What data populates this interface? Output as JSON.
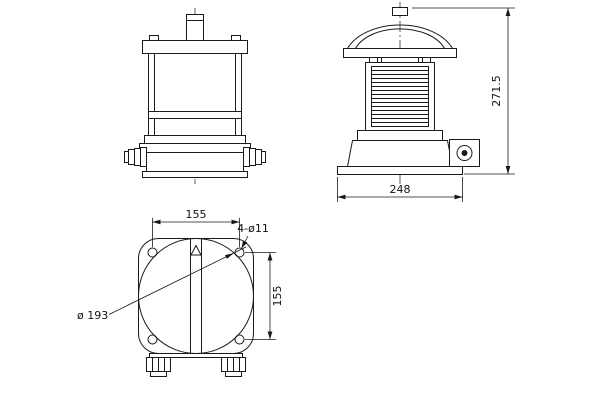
{
  "drawing": {
    "dimensions": {
      "overall_height": "271.5",
      "overall_width": "248",
      "bolt_spacing_horizontal": "155",
      "bolt_spacing_vertical": "155",
      "bolt_hole_callout": "4-ø11",
      "flange_diameter": "ø 193"
    },
    "colors": {
      "line": "#1a1a1a",
      "background": "#ffffff"
    }
  }
}
